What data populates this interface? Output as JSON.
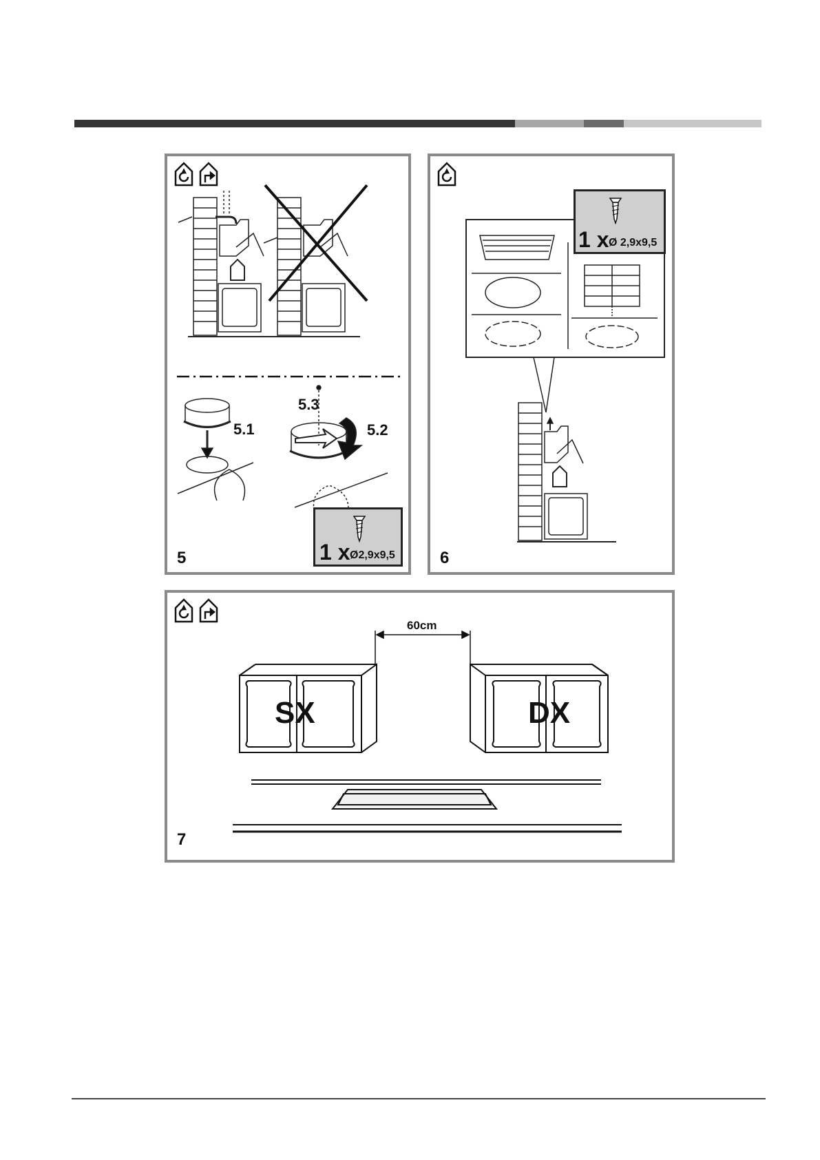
{
  "header": {
    "bar_colors": [
      "#333333",
      "#a6a6a6",
      "#6a6a6a",
      "#c6c6c6"
    ]
  },
  "figure5": {
    "number": "5",
    "icons": [
      "recirculation-mode-icon",
      "extraction-mode-icon"
    ],
    "steps": {
      "s1": "5.1",
      "s2": "5.2",
      "s3": "5.3"
    },
    "screw": {
      "qty": "1 x",
      "size": "Ø2,9x9,5"
    }
  },
  "figure6": {
    "number": "6",
    "icons": [
      "recirculation-mode-icon"
    ],
    "screw": {
      "qty": "1 x",
      "size": "Ø 2,9x9,5"
    }
  },
  "figure7": {
    "number": "7",
    "icons": [
      "recirculation-mode-icon",
      "extraction-mode-icon"
    ],
    "distance": "60cm",
    "left_cabinet": "SX",
    "right_cabinet": "DX"
  },
  "colors": {
    "frame": "#8a8a8a",
    "screw_box": "#cfcfcf"
  }
}
